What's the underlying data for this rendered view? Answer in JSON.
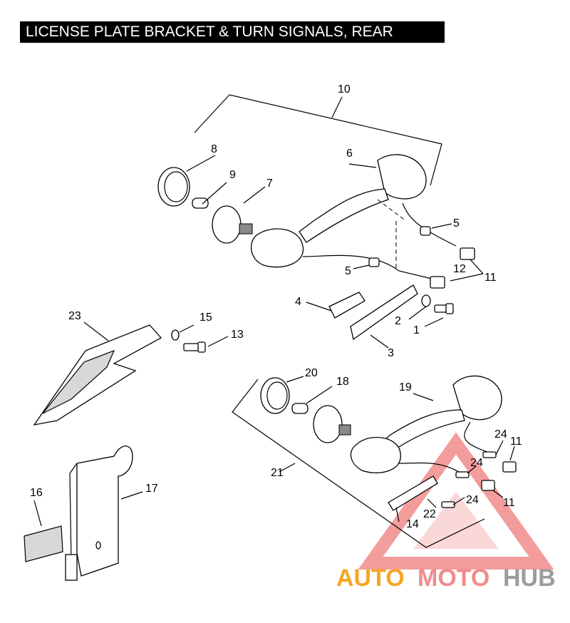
{
  "title": "LICENSE PLATE BRACKET & TURN SIGNALS, REAR",
  "part_labels": [
    "10",
    "8",
    "9",
    "6",
    "7",
    "5",
    "4",
    "5",
    "12",
    "11",
    "2",
    "1",
    "3",
    "23",
    "15",
    "13",
    "20",
    "18",
    "19",
    "24",
    "11",
    "24",
    "21",
    "11",
    "24",
    "22",
    "14",
    "16",
    "17"
  ],
  "watermark": {
    "part1": "AUTO",
    "part2": "MOTO",
    "part3": "HUB"
  },
  "colors": {
    "watermark_orange": "#f5a623",
    "watermark_pink": "#f28b8b",
    "watermark_gray": "#9c9c9c"
  }
}
